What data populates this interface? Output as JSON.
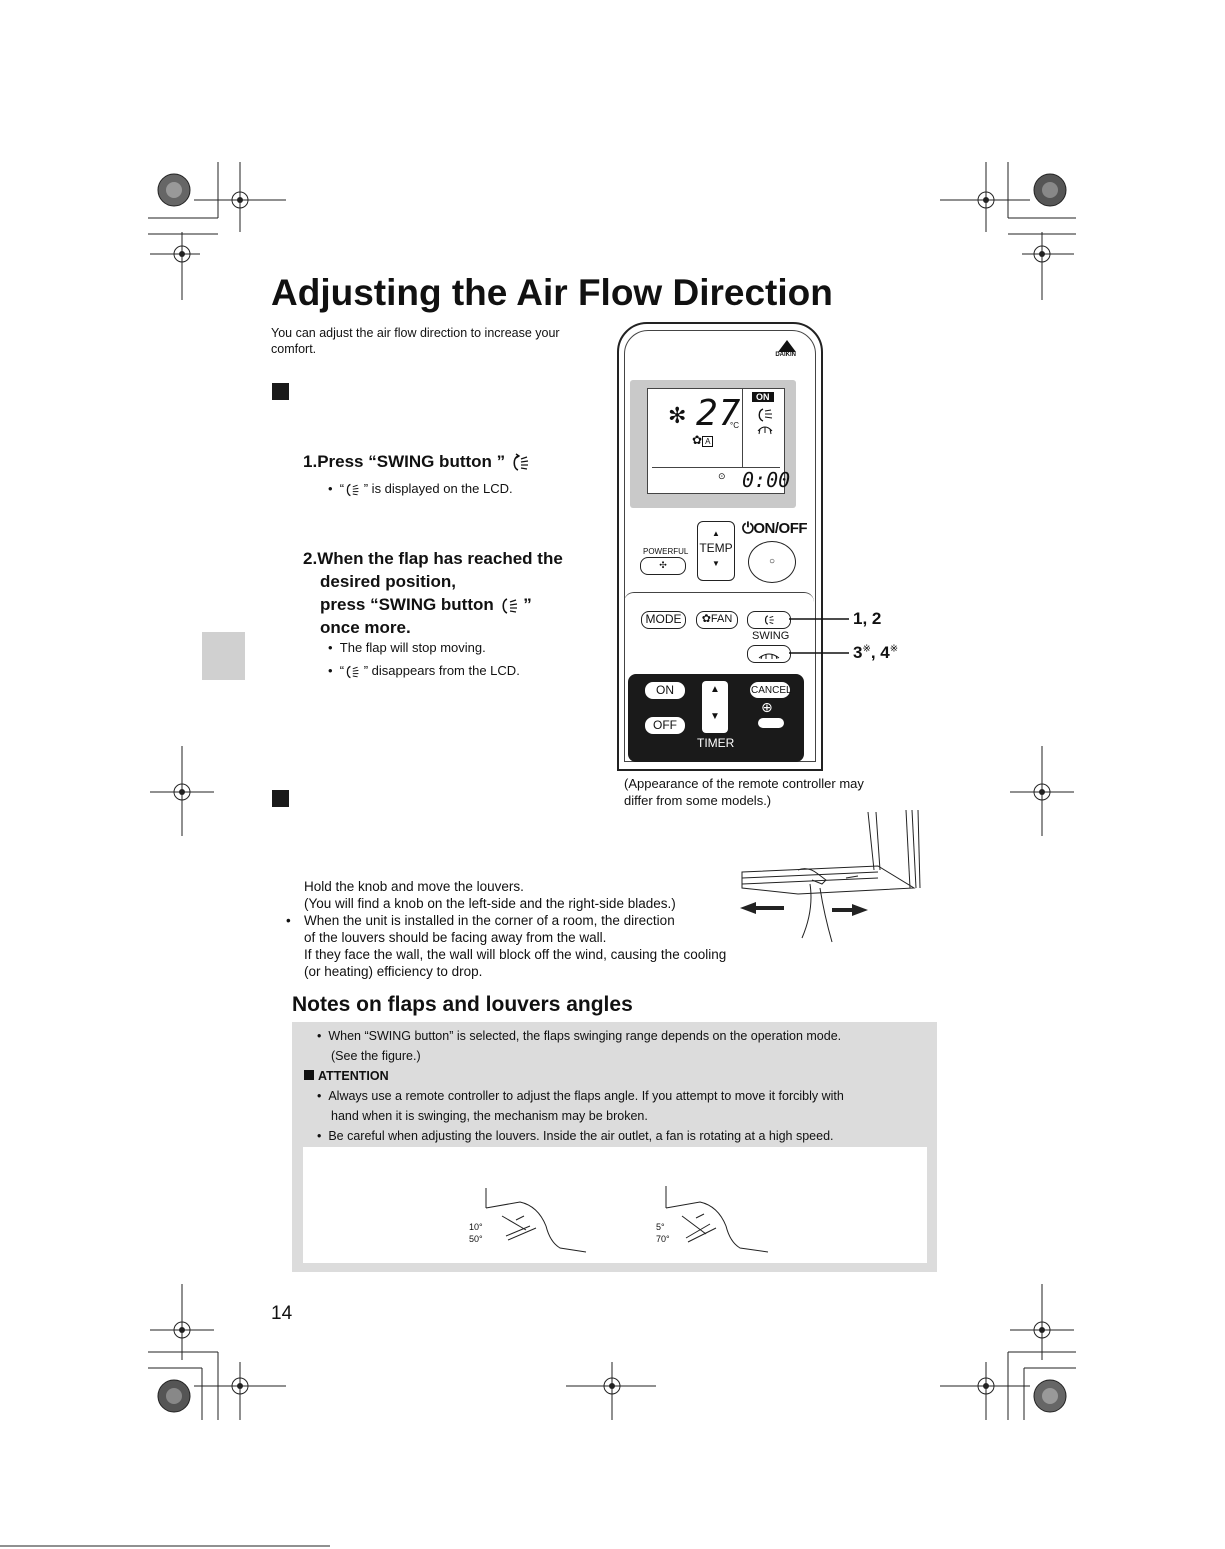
{
  "page": {
    "title": "Adjusting the Air Flow Direction",
    "intro": "You can adjust the air flow direction to increase your comfort.",
    "page_number": "14"
  },
  "steps": {
    "step1_number": "1.",
    "step1_title": "Press “SWING button ”",
    "step1_bullet_pre": "“",
    "step1_bullet_post": " ” is displayed  on the LCD.",
    "step2_number": "2.",
    "step2_line1": "When the flap has reached the",
    "step2_line2": "desired position,",
    "step2_line3_pre": "press “SWING button ",
    "step2_line3_post": " ”",
    "step2_line4": "once more.",
    "step2_bullet1": "The flap will stop moving.",
    "step2_bullet2_pre": "“",
    "step2_bullet2_post": " ” disappears from the LCD."
  },
  "remote": {
    "brand": "DAIKIN",
    "lcd_on": "ON",
    "lcd_temp": "27",
    "lcd_unit": "°C",
    "lcd_time": "0:00",
    "powerful": "POWERFUL",
    "temp": "TEMP",
    "onoff": "⏻ON/OFF",
    "mode": "MODE",
    "fan": "FAN",
    "swing": "SWING",
    "on": "ON",
    "off": "OFF",
    "cancel": "CANCEL",
    "timer": "TIMER",
    "callout_1": "1, 2",
    "callout_2_a": "3",
    "callout_2_b": ", 4",
    "callout_mark": "※"
  },
  "caption": {
    "line1": "(Appearance of the remote controller may",
    "line2": "differ from some models.)"
  },
  "louvers": {
    "line1": "Hold the knob and move the louvers.",
    "line2": "(You will find a knob on the left-side and the right-side blades.)",
    "line3": "When the unit is installed in the corner of a room, the direction",
    "line4": "of the louvers should be facing away from the wall.",
    "line5": "If they face the wall, the wall will block off the wind, causing the cooling",
    "line6": "(or heating) efficiency to drop."
  },
  "notes": {
    "title": "Notes on flaps and louvers angles",
    "line1": "When “SWING button” is selected, the flaps swinging range depends on the operation mode.",
    "line2": "(See the figure.)",
    "attention": "ATTENTION",
    "line3": "Always use a remote controller to adjust the flaps angle.  If  you attempt to move it forcibly with",
    "line4": "hand when it is swinging,  the mechanism may be broken.",
    "line5": "Be careful when adjusting the louvers.  Inside the air outlet, a fan is rotating at a high speed.",
    "fig1_top": "10°",
    "fig1_bottom": "50°",
    "fig2_top": "5°",
    "fig2_bottom": "70°"
  }
}
